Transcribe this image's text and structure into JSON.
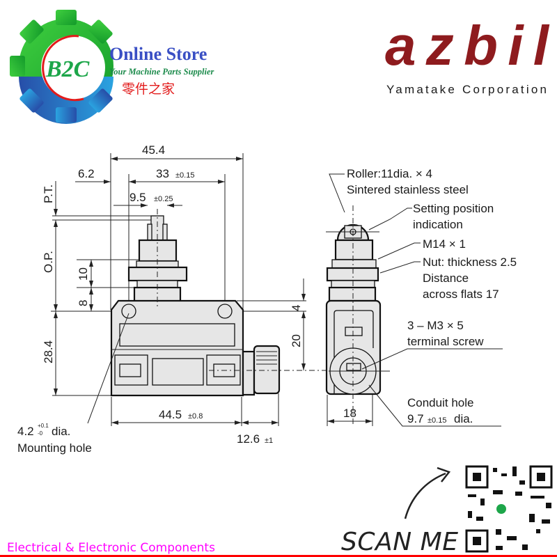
{
  "header": {
    "store_logo": {
      "monogram": "B2C",
      "title": "Online Store",
      "tagline": "Your Machine Parts Supplier",
      "chinese": "零件之家"
    },
    "brand_logo": {
      "name": "azbil",
      "subtitle": "Yamatake Corporation"
    }
  },
  "front_view": {
    "dim_overall_width": "45.4",
    "dim_offset": "6.2",
    "dim_hole_pitch": "33",
    "dim_hole_pitch_tol": "±0.15",
    "dim_plunger": "9.5",
    "dim_plunger_tol": "±0.25",
    "label_pt": "P.T.",
    "label_op": "O.P.",
    "dim_10": "10",
    "dim_8": "8",
    "dim_height": "28.4",
    "dim_4": "4",
    "dim_20": "20",
    "dim_body_width": "44.5",
    "dim_body_width_tol": "±0.8",
    "dim_conduit_len": "12.6",
    "dim_conduit_len_tol": "±1",
    "mounting_hole_dia": "4.2",
    "mounting_hole_tol_plus": "+0.1",
    "mounting_hole_tol_minus": "-0",
    "mounting_hole_dia_suffix": "dia.",
    "mounting_hole_label": "Mounting hole"
  },
  "side_view": {
    "roller_line1": "Roller:11dia. × 4",
    "roller_line2": "Sintered stainless steel",
    "setting_line1": "Setting position",
    "setting_line2": "indication",
    "thread": "M14 × 1",
    "nut_line1": "Nut: thickness 2.5",
    "nut_line2": "Distance",
    "nut_line3": "across flats 17",
    "screw_line1": "3 – M3 × 5",
    "screw_line2": "terminal screw",
    "conduit_line1": "Conduit hole",
    "conduit_dia": "9.7",
    "conduit_tol": "±0.15",
    "conduit_suffix": "dia.",
    "dim_width": "18"
  },
  "footer": {
    "category": "Electrical & Electronic Components",
    "scan_label": "SCAN ME",
    "category_color": "#ff00ff",
    "bar_color": "#ff0000"
  },
  "colors": {
    "brand": "#8e1b1e",
    "store_blue": "#3a4fc4",
    "store_green": "#1a8a4a"
  }
}
